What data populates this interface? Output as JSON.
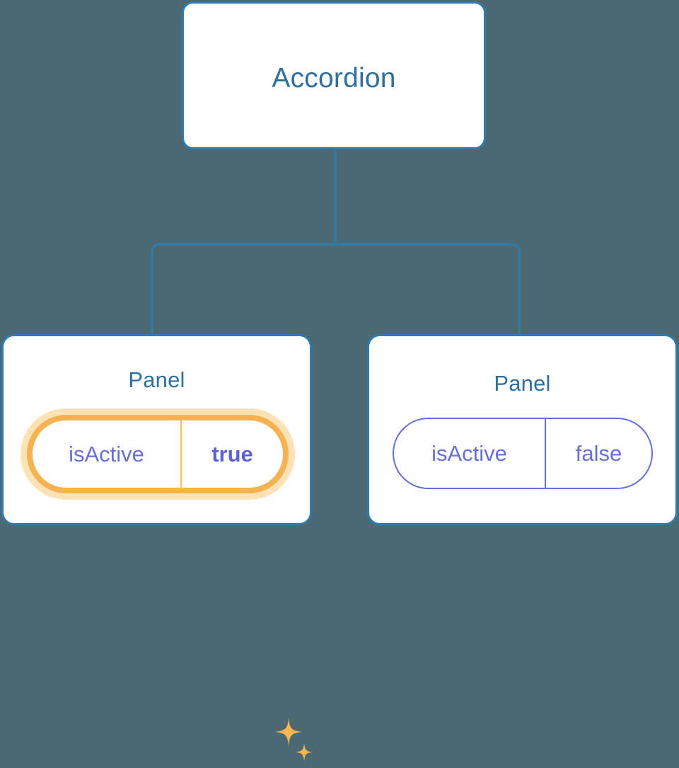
{
  "theme": {
    "background": "#4c6873",
    "card_background": "#ffffff",
    "card_border": "#2e7bae",
    "connector": "#2e7bae",
    "title_text": "#2d6f9e",
    "prop_text": "#6670d8",
    "highlight_ring": "#f5b253",
    "highlight_glow": "#fce2b5",
    "highlight_value_text": "#5b63d3",
    "sparkle": "#f8b64c"
  },
  "tree": {
    "root": {
      "label": "Accordion"
    },
    "children": [
      {
        "label": "Panel",
        "highlighted": true,
        "prop": {
          "key": "isActive",
          "value": "true"
        },
        "decoration": "sparkles-icon"
      },
      {
        "label": "Panel",
        "highlighted": false,
        "prop": {
          "key": "isActive",
          "value": "false"
        }
      }
    ]
  }
}
